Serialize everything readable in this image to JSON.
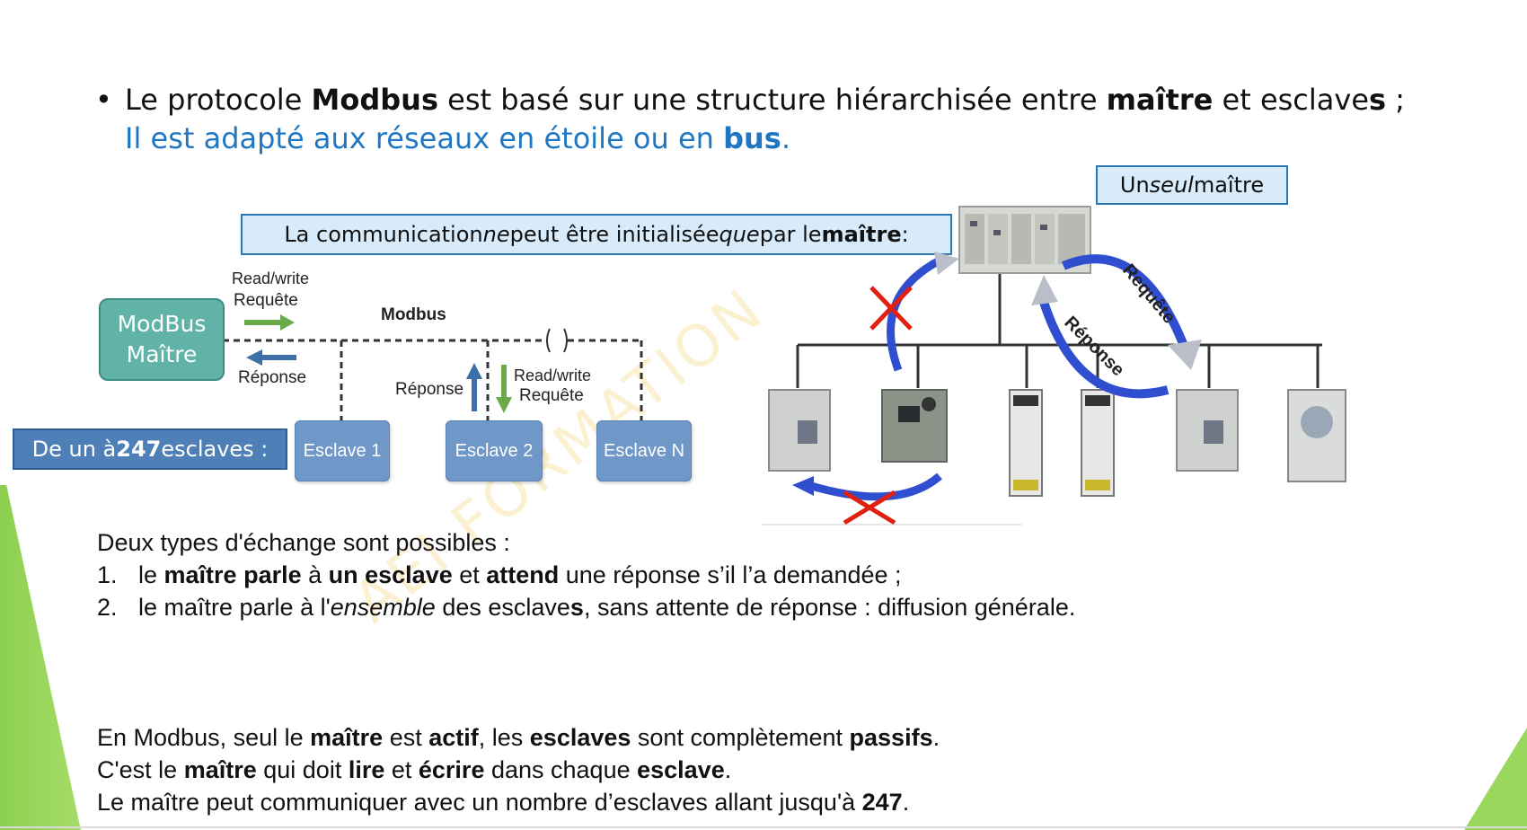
{
  "headline": {
    "bullet": "•",
    "line1_parts": [
      "Le protocole ",
      "Modbus",
      " est basé sur une structure hiérarchisée entre ",
      "maître",
      " et esclave",
      "s",
      " ;"
    ],
    "line2_parts": [
      "Il est adapté aux réseaux en étoile ou en ",
      "bus",
      "."
    ]
  },
  "callouts": {
    "master_parts": [
      "Un ",
      "seul",
      " maître"
    ],
    "init_parts": [
      "La communication ",
      "ne",
      " peut être initialisée ",
      "que",
      " par le ",
      "maître",
      " :"
    ],
    "slaves_parts": [
      "De un à ",
      "247",
      " esclaves :"
    ]
  },
  "left_diagram": {
    "master_line1": "ModBus",
    "master_line2": "Maître",
    "read_write": "Read/write",
    "requete": "Requête",
    "reponse": "Réponse",
    "bus_label": "Modbus",
    "slave2_reponse": "Réponse",
    "slave2_read_write": "Read/write",
    "slave2_requete": "Requête",
    "slaves": [
      "Esclave 1",
      "Esclave 2",
      "Esclave N"
    ]
  },
  "right_diagram": {
    "requete": "Requête",
    "reponse": "Réponse",
    "colors": {
      "blue_arrow": "#2f4fd0",
      "grey_arrow": "#b9bec8",
      "red_cross": "#e02010"
    }
  },
  "exchange": {
    "intro": "Deux types d'échange sont possibles :",
    "item1_num": "1.",
    "item1_parts": [
      "le ",
      "maître parle",
      " à ",
      "un esclave",
      " et ",
      "attend",
      " une réponse s’il l’a demandée ;"
    ],
    "item2_num": "2.",
    "item2_parts": [
      "le maître parle à l'",
      "ensemble",
      " des esclave",
      "s",
      ", sans attente de réponse : diffusion générale."
    ]
  },
  "passive": {
    "line1_parts": [
      "En Modbus, seul le ",
      "maître",
      " est ",
      "actif",
      ", les ",
      "esclaves",
      " sont complètement ",
      "passifs",
      "."
    ],
    "line2_parts": [
      "C'est le ",
      "maître",
      " qui doit ",
      "lire",
      " et ",
      "écrire",
      " dans chaque ",
      "esclave",
      "."
    ],
    "line3_parts": [
      "Le maître peut communiquer avec un nombre d’esclaves allant jusqu'à ",
      "247",
      "."
    ]
  },
  "watermark": "AEI    FORMATION",
  "colors": {
    "accent_green": "#8cd04f",
    "link_blue": "#1f77c4",
    "callout_fill": "#d7ebfa",
    "slave_fill": "#6f97c8",
    "master_fill": "#62b3a7"
  }
}
